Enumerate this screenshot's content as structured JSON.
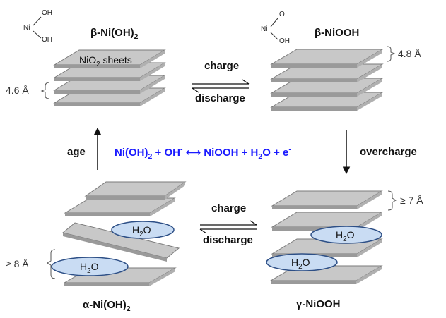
{
  "molecules": {
    "ni_oh2": {
      "ni": "Ni",
      "oh_top": "OH",
      "oh_bottom": "OH"
    },
    "niooh": {
      "ni": "Ni",
      "o_top": "O",
      "oh_bottom": "OH"
    }
  },
  "phases": {
    "beta_nioh2": {
      "title_main": "β-Ni(OH)",
      "title_sub": "2",
      "sheet_label_main": "NiO",
      "sheet_label_sub": "2",
      "sheet_label_rest": " sheets",
      "spacing": "4.6 Å"
    },
    "beta_niooh": {
      "title": "β-NiOOH",
      "spacing": "4.8 Å"
    },
    "alpha_nioh2": {
      "title_main": "α-Ni(OH)",
      "title_sub": "2",
      "spacing": "≥ 8 Å",
      "water_main": "H",
      "water_sub": "2",
      "water_rest": "O"
    },
    "gamma_niooh": {
      "title": "γ-NiOOH",
      "spacing": "≥ 7 Å",
      "water_main": "H",
      "water_sub": "2",
      "water_rest": "O"
    }
  },
  "arrows": {
    "top_charge": "charge",
    "top_discharge": "discharge",
    "bottom_charge": "charge",
    "bottom_discharge": "discharge",
    "age": "age",
    "overcharge": "overcharge"
  },
  "reaction": {
    "p1": "Ni(OH)",
    "p1_sub": "2",
    "p2": " + OH",
    "p2_sup": "-",
    "arrow": " ⟷ ",
    "p3": "NiOOH + H",
    "p3_sub": "2",
    "p4": "O + e",
    "p4_sup": "-"
  },
  "colors": {
    "sheet_face": "#c8c8c8",
    "sheet_edge": "#7a7a7a",
    "sheet_side": "#9a9a9a",
    "water_fill": "#c9dcf3",
    "water_stroke": "#2d4f86",
    "reaction_text": "#1a1aff",
    "arrow": "#111111"
  }
}
